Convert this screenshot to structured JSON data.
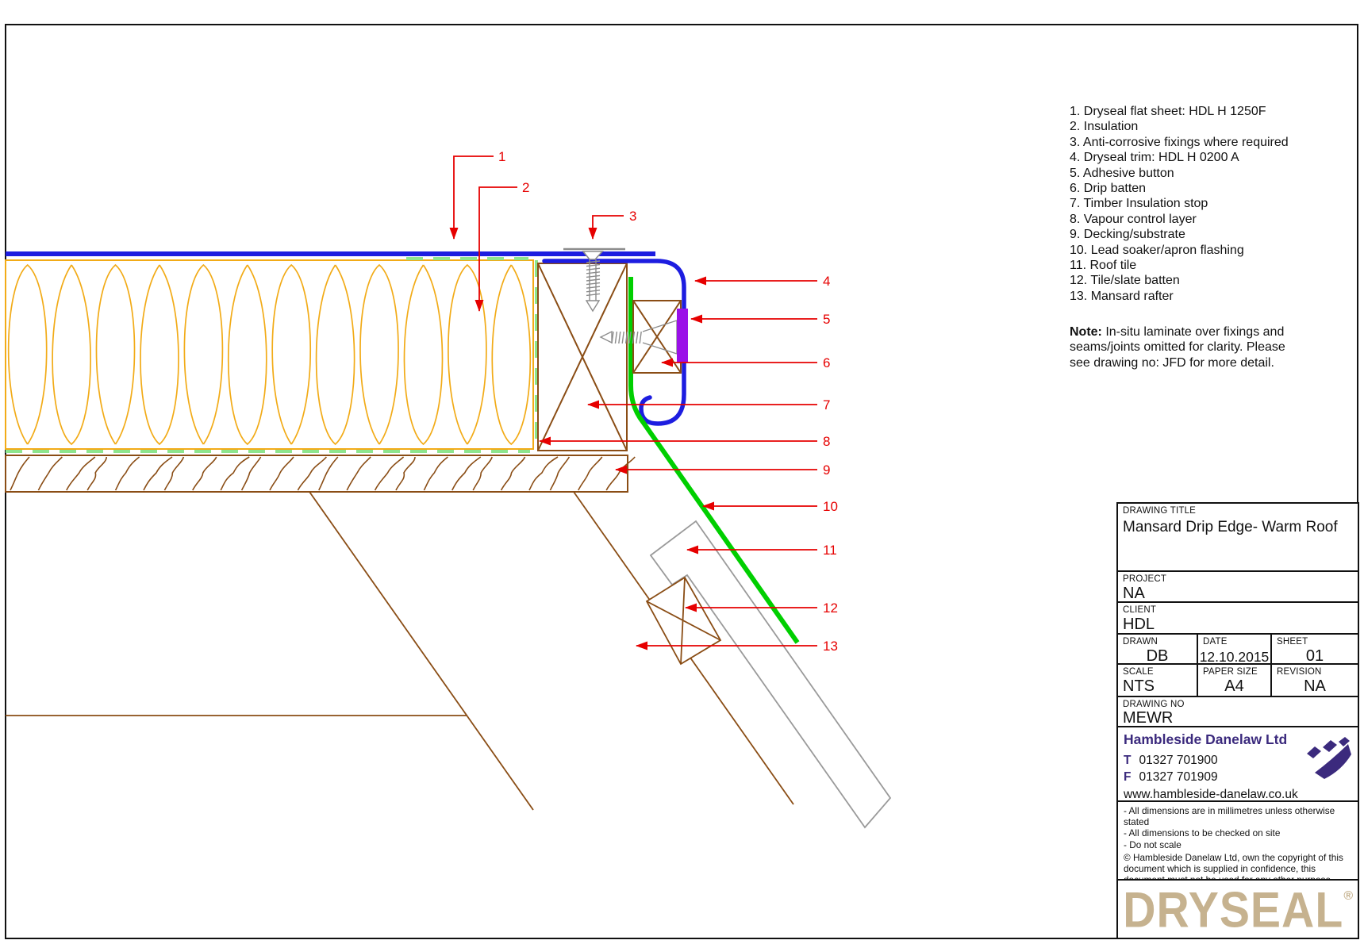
{
  "drawing": {
    "legend": [
      "1. Dryseal flat sheet: HDL H 1250F",
      "2. Insulation",
      "3. Anti-corrosive fixings where required",
      "4. Dryseal trim: HDL H 0200 A",
      "5. Adhesive button",
      "6. Drip batten",
      "7. Timber Insulation stop",
      "8. Vapour control layer",
      "9. Decking/substrate",
      "10. Lead soaker/apron flashing",
      "11. Roof tile",
      "12. Tile/slate batten",
      "13. Mansard rafter"
    ],
    "note": {
      "label": "Note:",
      "text": " In-situ laminate over fixings and seams/joints omitted for clarity. Please see drawing no: JFD for more detail."
    },
    "callouts": [
      "1",
      "2",
      "3",
      "4",
      "5",
      "6",
      "7",
      "8",
      "9",
      "10",
      "11",
      "12",
      "13"
    ],
    "colors": {
      "membrane_blue": "#1d1de0",
      "insulation_yellow": "#f2ab17",
      "vcl_light_green": "#8de58d",
      "lead_green": "#00cf00",
      "timber_brown": "#8a4d15",
      "adhesive_purple": "#9a10e8",
      "tile_grey": "#9a9a9a",
      "callout_red": "#e60000"
    }
  },
  "title_block": {
    "drawing_title": {
      "label": "DRAWING TITLE",
      "value": "Mansard Drip Edge- Warm Roof"
    },
    "project": {
      "label": "PROJECT",
      "value": "NA"
    },
    "client": {
      "label": "CLIENT",
      "value": "HDL"
    },
    "drawn": {
      "label": "DRAWN",
      "value": "DB"
    },
    "date": {
      "label": "DATE",
      "value": "12.10.2015"
    },
    "sheet": {
      "label": "SHEET",
      "value": "01"
    },
    "scale": {
      "label": "SCALE",
      "value": "NTS"
    },
    "paper_size": {
      "label": "PAPER SIZE",
      "value": "A4"
    },
    "revision": {
      "label": "REVISION",
      "value": "NA"
    },
    "drawing_no": {
      "label": "DRAWING NO",
      "value": "MEWR"
    },
    "company": {
      "name": "Hambleside Danelaw Ltd",
      "tel_label": "T",
      "tel": "01327 701900",
      "fax_label": "F",
      "fax": "01327 701909",
      "website": "www.hambleside-danelaw.co.uk",
      "brand_purple": "#3b2a7d"
    },
    "general_notes": [
      "- All dimensions are in millimetres unless otherwise stated",
      "- All dimensions to be checked on site",
      "- Do not scale"
    ],
    "copyright": "© Hambleside Danelaw Ltd, own the copyright of this document which is supplied in confidence, this document must not be used for any other purpose other than that it is supplied for.",
    "brand": {
      "logo_text": "DRYSEAL",
      "registered": "®",
      "logo_tan": "#c6b28f"
    }
  }
}
